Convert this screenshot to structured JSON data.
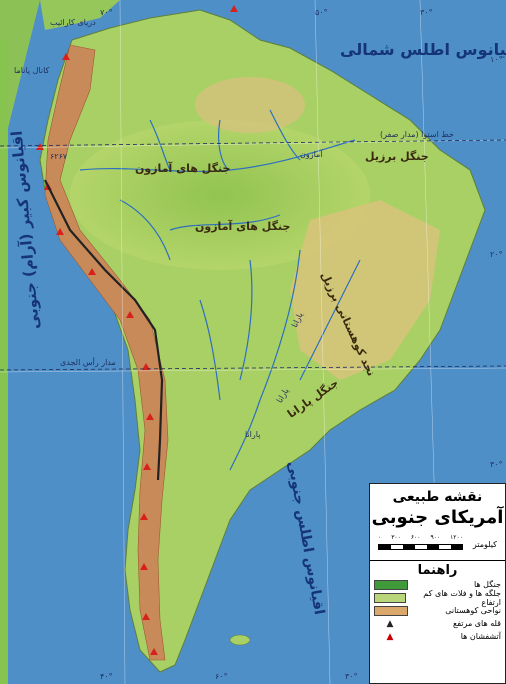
{
  "labels": {
    "north_atlantic": "اقیانوس اطلس شمالی",
    "south_atlantic": "اقیانوس اطلس جنوبی",
    "pacific": "اقیانوس کبیر (آرام) جنوبی",
    "amazon_forest_north": "جنگل های آمازون",
    "amazon_forest_south": "جنگل های آمازون",
    "brazil_forest": "جنگل برزیل",
    "brazil_highlands": "نجد کوهستانی برزیل",
    "parana_forest": "جنگل پارانا",
    "river_amazon": "آمازون",
    "river_parana_1": "پارانا",
    "river_parana_2": "پارانا",
    "river_parana_3": "پارانا",
    "equator": "خط استوا (مدار صفر)",
    "capricorn": "مدار رأس الجدی",
    "caribbean": "دریای کارائیب",
    "panama_canal": "کانال پاناما",
    "peak": "۶۲۶۷"
  },
  "degrees": {
    "top_50": "۵۰°",
    "top_30": "۳۰°",
    "bottom_60": "۶۰°",
    "bottom_30": "۳۰°",
    "bottom_40": "۴۰°",
    "right_10": "۱۰°",
    "right_20": "۲۰°",
    "right_30": "۳۰°",
    "left_70": "۷۰°"
  },
  "legend": {
    "title_line1": "نقشه طبیعی",
    "title_line2": "آمریکای جنوبی",
    "scale_unit": "کیلومتر",
    "scale_ticks": [
      "۱۲۰۰",
      "۹۰۰",
      "۶۰۰",
      "۳۰۰",
      "۰"
    ],
    "guide": "راهنما",
    "items": [
      {
        "label": "جنگل ها",
        "color": "#3f9a3a"
      },
      {
        "label": "جلگه ها و فلات های کم ارتفاع",
        "color": "#b9d67a"
      },
      {
        "label": "نواحی کوهستانی",
        "color": "#d9a86a"
      },
      {
        "label": "قله های مرتفع",
        "marker": "▲"
      },
      {
        "label": "آتشفشان ها",
        "marker": "▲"
      }
    ]
  },
  "colors": {
    "ocean": "#4f8fc8",
    "lowland": "#9fcb5c",
    "upland": "#c9d46e",
    "mountain": "#c98a5a",
    "river": "#2e6fc0",
    "volcano": "#d8201c"
  }
}
